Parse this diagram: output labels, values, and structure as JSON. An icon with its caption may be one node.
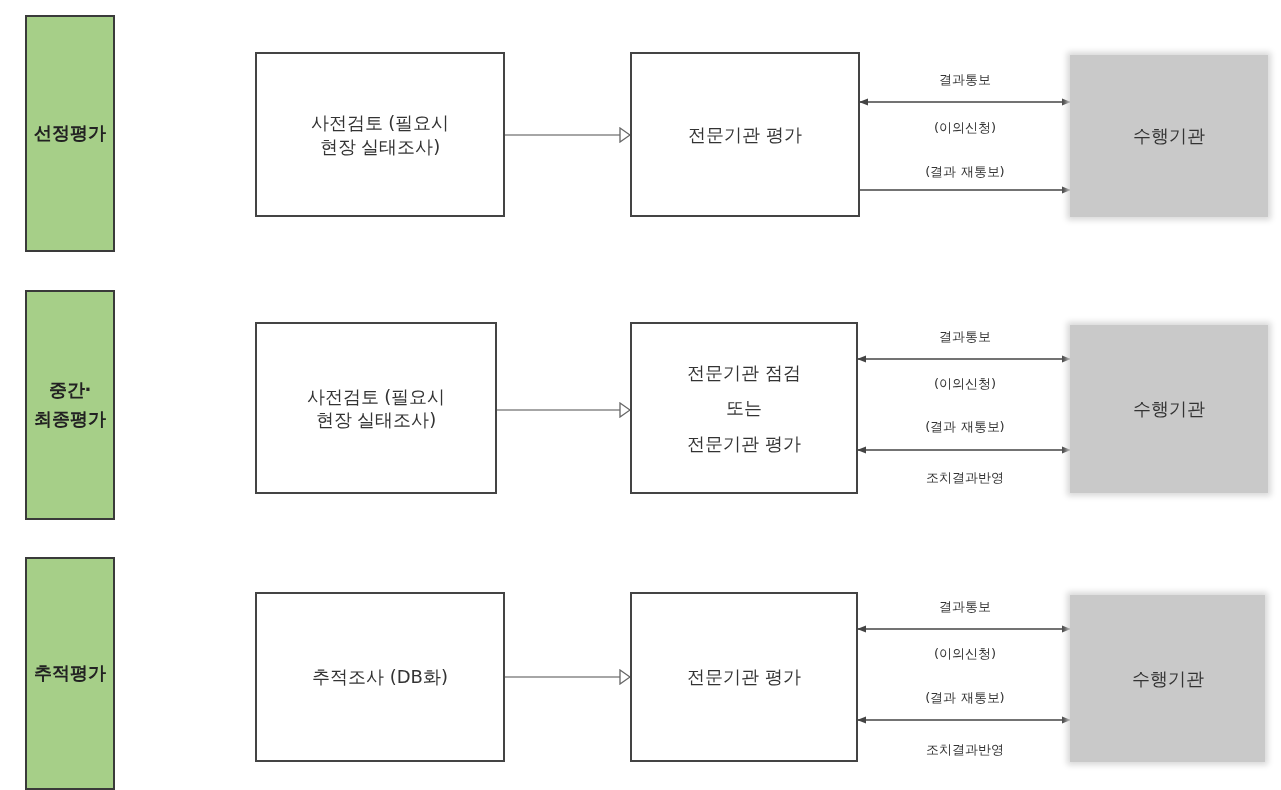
{
  "diagram": {
    "nodes": [
      {
        "text": [
          "선정평가"
        ]
      },
      {
        "text": [
          "사전검토 (필요시 현장 실태조사)"
        ]
      },
      {
        "text": [
          "전문기관 평가"
        ]
      },
      {
        "text": [
          "수행기관"
        ]
      },
      {
        "text": [
          "중간· 최종평가"
        ]
      },
      {
        "text": [
          "사전검토 (필요시 현장 실태조사)"
        ]
      },
      {
        "text": [
          "전문기관 점검",
          "또는",
          "전문기관 평가"
        ]
      },
      {
        "text": [
          "수행기관"
        ]
      },
      {
        "text": [
          "추적평가"
        ]
      },
      {
        "text": [
          "추적조사 (DB화)"
        ]
      },
      {
        "text": [
          "전문기관 평가"
        ]
      },
      {
        "text": [
          "수행기관"
        ]
      }
    ],
    "edges": [
      {
        "from": 1,
        "to": 2,
        "arrow": "to"
      },
      {
        "from": 2,
        "to": 3,
        "arrow": "both"
      },
      {
        "from": 2,
        "to": 3,
        "arrow": "to"
      },
      {
        "from": 5,
        "to": 6,
        "arrow": "to"
      },
      {
        "from": 6,
        "to": 7,
        "arrow": "both"
      },
      {
        "from": 6,
        "to": 7,
        "arrow": "both"
      },
      {
        "from": 9,
        "to": 10,
        "arrow": "to"
      },
      {
        "from": 10,
        "to": 11,
        "arrow": "both"
      },
      {
        "from": 10,
        "to": 11,
        "arrow": "both"
      }
    ],
    "labels": [
      "결과통보",
      "(이의신청)",
      "(결과 재통보)",
      "결과통보",
      "(이의신청)",
      "(결과 재통보)",
      "조치결과반영",
      "결과통보",
      "(이의신청)",
      "(결과 재통보)",
      "조치결과반영"
    ]
  }
}
